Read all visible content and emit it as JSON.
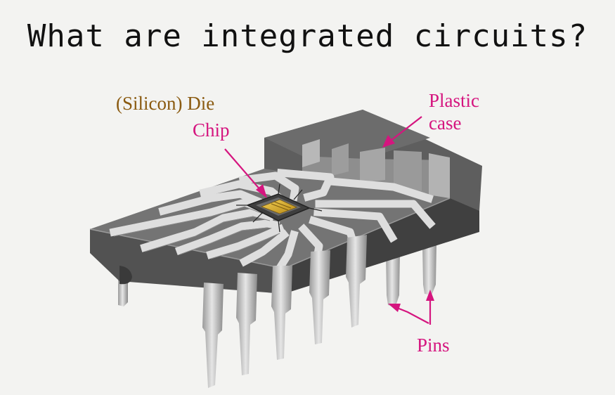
{
  "title": "What are integrated circuits?",
  "labels": {
    "die": "(Silicon) Die",
    "chip": "Chip",
    "plastic_line1": "Plastic",
    "plastic_line2": "case",
    "pins": "Pins"
  },
  "colors": {
    "label_pink": "#d5157f",
    "label_die": "#8a5a10",
    "case_dark": "#565656",
    "case_top": "#747474",
    "trace": "#dedede",
    "die": "#e0b22e"
  }
}
